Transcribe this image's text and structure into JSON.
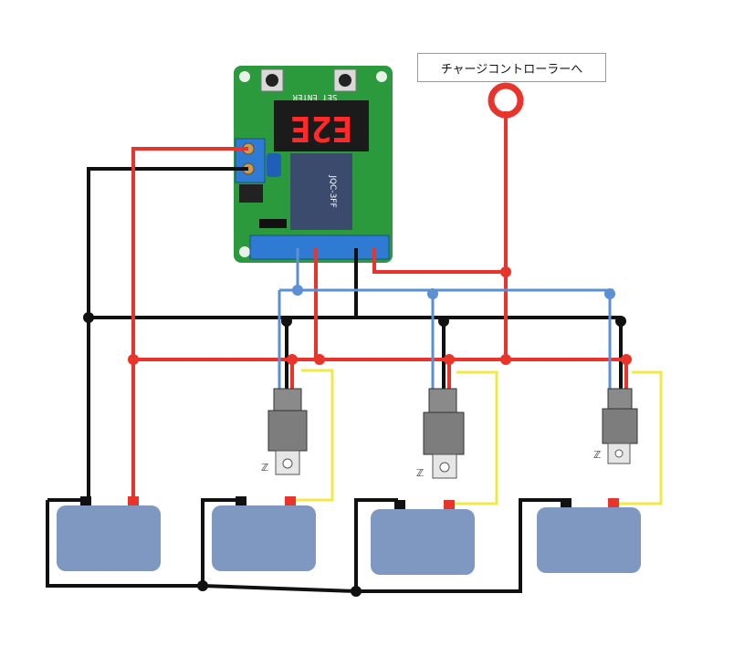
{
  "label": {
    "text": "チャージコントローラーへ"
  },
  "module": {
    "display": "E2E",
    "buttons": "SET ENTER",
    "relay_text": "JQC-3FF"
  },
  "colors": {
    "positive_wire": "#e8342b",
    "negative_wire": "#111111",
    "signal_wire": "#5b8fd6",
    "load_wire": "#f2e84a",
    "battery": "#7f98c1",
    "board": "#2b9a3c",
    "terminal_block": "#2f7bd3"
  },
  "batteries": [
    {
      "id": "battery-1"
    },
    {
      "id": "battery-2"
    },
    {
      "id": "battery-3"
    },
    {
      "id": "battery-4"
    }
  ],
  "relays": [
    {
      "id": "relay-1",
      "glyph": "ℤ"
    },
    {
      "id": "relay-2",
      "glyph": "ℤ"
    },
    {
      "id": "relay-3",
      "glyph": "ℤ"
    }
  ]
}
